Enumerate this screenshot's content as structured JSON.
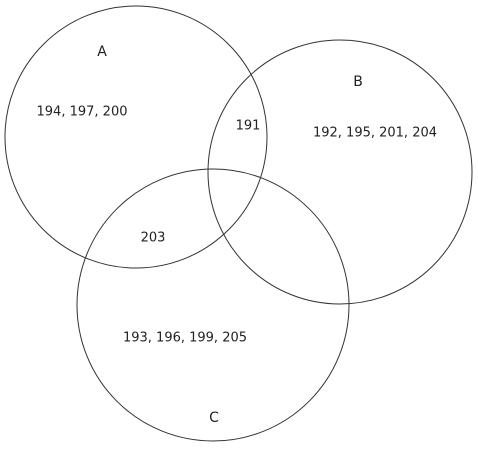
{
  "diagram": {
    "type": "venn",
    "sets": [
      {
        "name": "A"
      },
      {
        "name": "B"
      },
      {
        "name": "C"
      }
    ],
    "regions": {
      "a_only": "194, 197, 200",
      "b_only": "192, 195, 201, 204",
      "c_only": "193, 196, 199, 205",
      "a_and_b": "191",
      "a_and_c": "203"
    },
    "stroke_color": "#333333",
    "text_color": "#222222",
    "background": "#ffffff"
  }
}
